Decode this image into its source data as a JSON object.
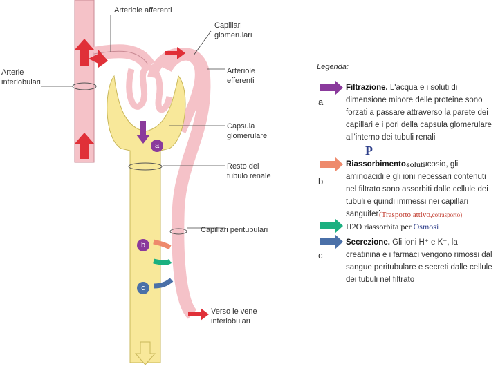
{
  "labels": {
    "arteriole_afferenti_top": "Arteriole afferenti",
    "capillari_glomerulari": "Capillari\nglomerulari",
    "arterie_interlobulari": "Arterie\ninterlobulari",
    "arteriole_efferenti": "Arteriole\nefferenti",
    "capsula_glomerulare": "Capsula\nglomerulare",
    "resto_tubulo": "Resto del\ntubulo renale",
    "capillari_peritubulari": "Capillari peritubulari",
    "verso_vene": "Verso le vene\ninterlobulari"
  },
  "markers": {
    "a": "a",
    "b": "b",
    "c": "c"
  },
  "legend": {
    "title": "Legenda:",
    "a_letter": "a",
    "a_bold": "Filtrazione.",
    "a_text": "L'acqua e i soluti di dimensione minore delle proteine sono forzati a passare attraverso la parete dei capillari e i pori della capsula glomerulare all'interno dei tubuli renali",
    "b_letter": "b",
    "b_bold": "Riassorbimento.",
    "b_text": "Il glucosio, gli aminoacidi e gli ioni necessari contenuti nel filtrato sono assorbiti dalle cellule dei tubuli e quindi immessi nei capillari sanguiferi",
    "c_letter": "c",
    "c_bold": "Secrezione.",
    "c_text": "Gli ioni H⁺ e K⁺, la creatinina e i farmaci vengono rimossi dal sangue peritubulare e secreti dalle cellule dei tubuli nel filtrato"
  },
  "annotations": {
    "p": "P",
    "soluti": "soluti",
    "trasporto": "(Trasporto attivo,",
    "cotrasporto": "cotrasporto)",
    "h2o": "H2O  riassorbita  per",
    "osmosi": "Osmosi"
  },
  "colors": {
    "tubule": "#f8e89a",
    "vessel": "#f5c2c8",
    "vessel_stroke": "#c98a94",
    "red_arrow": "#e03038",
    "filtration": "#8a3a9c",
    "reabsorption": "#ee8a6c",
    "secretion": "#4a70a8",
    "water": "#1bb080",
    "annotation_blue": "#2e3f8a",
    "annotation_red": "#c0392b"
  }
}
